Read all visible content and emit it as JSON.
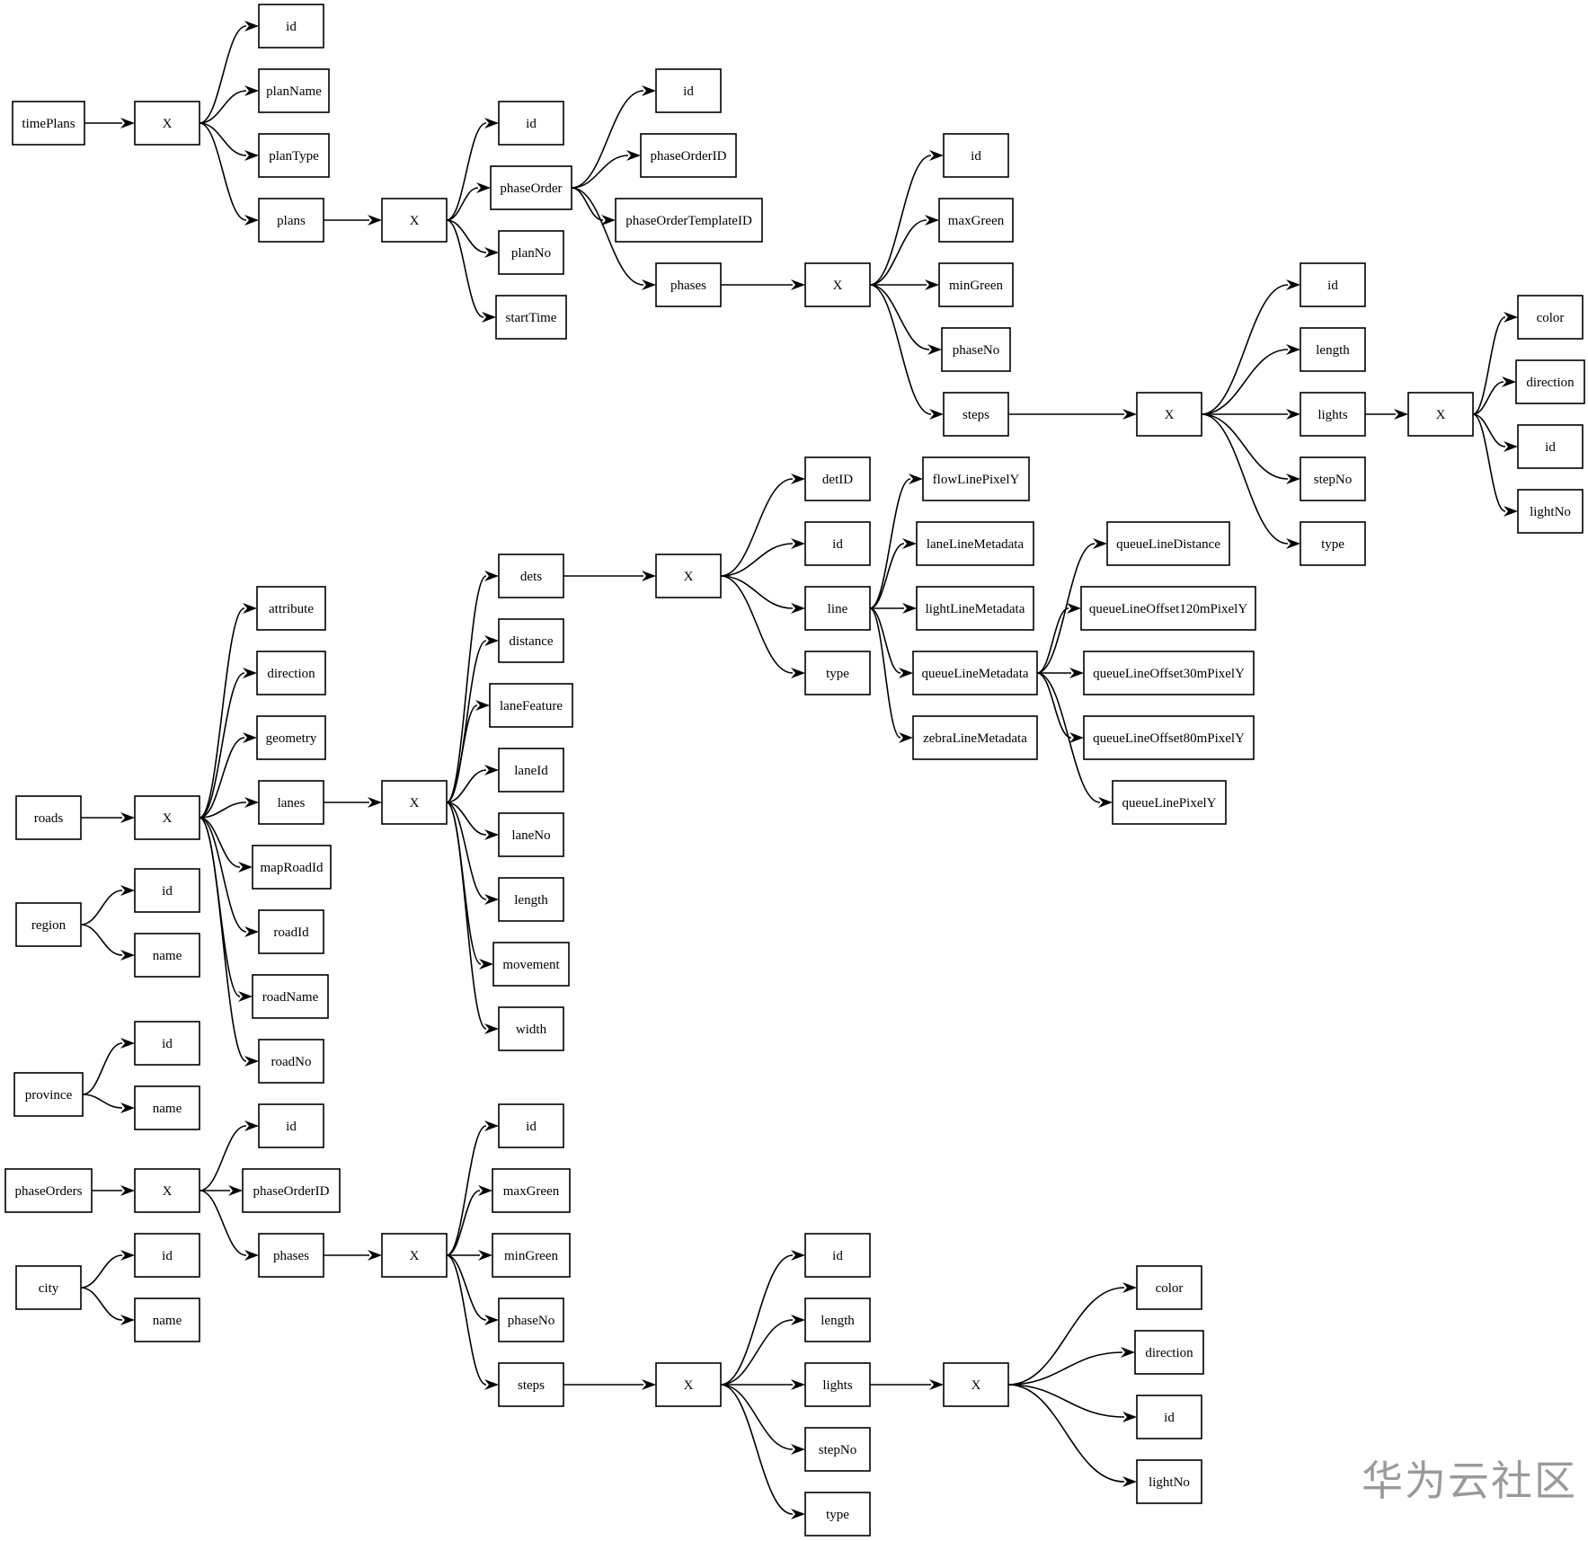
{
  "nodes": {
    "tp": "timePlans",
    "x1": "X",
    "tp_id": "id",
    "tp_planName": "planName",
    "tp_planType": "planType",
    "tp_plans": "plans",
    "x2": "X",
    "pl_id": "id",
    "pl_phaseOrder": "phaseOrder",
    "pl_planNo": "planNo",
    "pl_startTime": "startTime",
    "po_id": "id",
    "po_phaseOrderID": "phaseOrderID",
    "po_tmpl": "phaseOrderTemplateID",
    "po_phases": "phases",
    "x3": "X",
    "ph_id": "id",
    "ph_maxGreen": "maxGreen",
    "ph_minGreen": "minGreen",
    "ph_phaseNo": "phaseNo",
    "ph_steps": "steps",
    "x4": "X",
    "st_id": "id",
    "st_length": "length",
    "st_lights": "lights",
    "st_stepNo": "stepNo",
    "st_type": "type",
    "x5": "X",
    "li_color": "color",
    "li_direction": "direction",
    "li_id": "id",
    "li_lightNo": "lightNo",
    "roads": "roads",
    "xr": "X",
    "r_attribute": "attribute",
    "r_direction": "direction",
    "r_geometry": "geometry",
    "r_lanes": "lanes",
    "r_mapRoadId": "mapRoadId",
    "r_roadId": "roadId",
    "r_roadName": "roadName",
    "r_roadNo": "roadNo",
    "xl": "X",
    "l_dets": "dets",
    "l_distance": "distance",
    "l_laneFeature": "laneFeature",
    "l_laneId": "laneId",
    "l_laneNo": "laneNo",
    "l_length": "length",
    "l_movement": "movement",
    "l_width": "width",
    "xd": "X",
    "d_detID": "detID",
    "d_id": "id",
    "d_line": "line",
    "d_type": "type",
    "ln_flow": "flowLinePixelY",
    "ln_lane": "laneLineMetadata",
    "ln_light": "lightLineMetadata",
    "ln_queue": "queueLineMetadata",
    "ln_zebra": "zebraLineMetadata",
    "q_dist": "queueLineDistance",
    "q_120": "queueLineOffset120mPixelY",
    "q_30": "queueLineOffset30mPixelY",
    "q_80": "queueLineOffset80mPixelY",
    "q_pix": "queueLinePixelY",
    "region": "region",
    "rg_id": "id",
    "rg_name": "name",
    "province": "province",
    "pv_id": "id",
    "pv_name": "name",
    "city": "city",
    "ct_id": "id",
    "ct_name": "name",
    "pos": "phaseOrders",
    "xp": "X",
    "pos_id": "id",
    "pos_phaseOrderID": "phaseOrderID",
    "pos_phases": "phases",
    "xq": "X",
    "ph2_id": "id",
    "ph2_maxGreen": "maxGreen",
    "ph2_minGreen": "minGreen",
    "ph2_phaseNo": "phaseNo",
    "ph2_steps": "steps",
    "xs": "X",
    "st2_id": "id",
    "st2_length": "length",
    "st2_lights": "lights",
    "st2_stepNo": "stepNo",
    "st2_type": "type",
    "xt": "X",
    "li2_color": "color",
    "li2_direction": "direction",
    "li2_id": "id",
    "li2_lightNo": "lightNo"
  },
  "edges": [
    [
      "tp",
      "x1"
    ],
    [
      "x1",
      "tp_id"
    ],
    [
      "x1",
      "tp_planName"
    ],
    [
      "x1",
      "tp_planType"
    ],
    [
      "x1",
      "tp_plans"
    ],
    [
      "tp_plans",
      "x2"
    ],
    [
      "x2",
      "pl_id"
    ],
    [
      "x2",
      "pl_phaseOrder"
    ],
    [
      "x2",
      "pl_planNo"
    ],
    [
      "x2",
      "pl_startTime"
    ],
    [
      "pl_phaseOrder",
      "po_id"
    ],
    [
      "pl_phaseOrder",
      "po_phaseOrderID"
    ],
    [
      "pl_phaseOrder",
      "po_tmpl"
    ],
    [
      "pl_phaseOrder",
      "po_phases"
    ],
    [
      "po_phases",
      "x3"
    ],
    [
      "x3",
      "ph_id"
    ],
    [
      "x3",
      "ph_maxGreen"
    ],
    [
      "x3",
      "ph_minGreen"
    ],
    [
      "x3",
      "ph_phaseNo"
    ],
    [
      "x3",
      "ph_steps"
    ],
    [
      "ph_steps",
      "x4"
    ],
    [
      "x4",
      "st_id"
    ],
    [
      "x4",
      "st_length"
    ],
    [
      "x4",
      "st_lights"
    ],
    [
      "x4",
      "st_stepNo"
    ],
    [
      "x4",
      "st_type"
    ],
    [
      "st_lights",
      "x5"
    ],
    [
      "x5",
      "li_color"
    ],
    [
      "x5",
      "li_direction"
    ],
    [
      "x5",
      "li_id"
    ],
    [
      "x5",
      "li_lightNo"
    ],
    [
      "roads",
      "xr"
    ],
    [
      "xr",
      "r_attribute"
    ],
    [
      "xr",
      "r_direction"
    ],
    [
      "xr",
      "r_geometry"
    ],
    [
      "xr",
      "r_lanes"
    ],
    [
      "xr",
      "r_mapRoadId"
    ],
    [
      "xr",
      "r_roadId"
    ],
    [
      "xr",
      "r_roadName"
    ],
    [
      "xr",
      "r_roadNo"
    ],
    [
      "r_lanes",
      "xl"
    ],
    [
      "xl",
      "l_dets"
    ],
    [
      "xl",
      "l_distance"
    ],
    [
      "xl",
      "l_laneFeature"
    ],
    [
      "xl",
      "l_laneId"
    ],
    [
      "xl",
      "l_laneNo"
    ],
    [
      "xl",
      "l_length"
    ],
    [
      "xl",
      "l_movement"
    ],
    [
      "xl",
      "l_width"
    ],
    [
      "l_dets",
      "xd"
    ],
    [
      "xd",
      "d_detID"
    ],
    [
      "xd",
      "d_id"
    ],
    [
      "xd",
      "d_line"
    ],
    [
      "xd",
      "d_type"
    ],
    [
      "d_line",
      "ln_flow"
    ],
    [
      "d_line",
      "ln_lane"
    ],
    [
      "d_line",
      "ln_light"
    ],
    [
      "d_line",
      "ln_queue"
    ],
    [
      "d_line",
      "ln_zebra"
    ],
    [
      "ln_queue",
      "q_dist"
    ],
    [
      "ln_queue",
      "q_120"
    ],
    [
      "ln_queue",
      "q_30"
    ],
    [
      "ln_queue",
      "q_80"
    ],
    [
      "ln_queue",
      "q_pix"
    ],
    [
      "region",
      "rg_id"
    ],
    [
      "region",
      "rg_name"
    ],
    [
      "province",
      "pv_id"
    ],
    [
      "province",
      "pv_name"
    ],
    [
      "city",
      "ct_id"
    ],
    [
      "city",
      "ct_name"
    ],
    [
      "pos",
      "xp"
    ],
    [
      "xp",
      "pos_id"
    ],
    [
      "xp",
      "pos_phaseOrderID"
    ],
    [
      "xp",
      "pos_phases"
    ],
    [
      "pos_phases",
      "xq"
    ],
    [
      "xq",
      "ph2_id"
    ],
    [
      "xq",
      "ph2_maxGreen"
    ],
    [
      "xq",
      "ph2_minGreen"
    ],
    [
      "xq",
      "ph2_phaseNo"
    ],
    [
      "xq",
      "ph2_steps"
    ],
    [
      "ph2_steps",
      "xs"
    ],
    [
      "xs",
      "st2_id"
    ],
    [
      "xs",
      "st2_length"
    ],
    [
      "xs",
      "st2_lights"
    ],
    [
      "xs",
      "st2_stepNo"
    ],
    [
      "xs",
      "st2_type"
    ],
    [
      "st2_lights",
      "xt"
    ],
    [
      "xt",
      "li2_color"
    ],
    [
      "xt",
      "li2_direction"
    ],
    [
      "xt",
      "li2_id"
    ],
    [
      "xt",
      "li2_lightNo"
    ]
  ],
  "watermark": "华为云社区"
}
